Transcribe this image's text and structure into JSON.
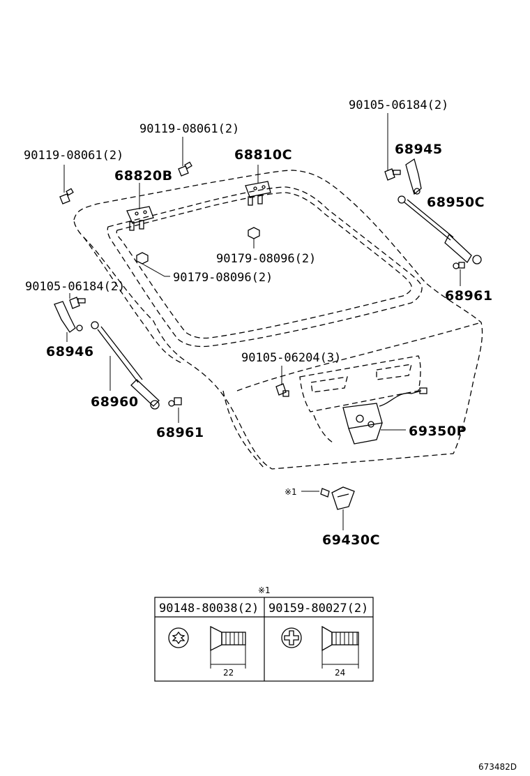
{
  "labels": {
    "bolt_90119_left": "90119-08061(2)",
    "bolt_90119_top": "90119-08061(2)",
    "hinge_68820B": "68820B",
    "hinge_68810C": "68810C",
    "nut_90179_center": "90179-08096(2)",
    "nut_90179_left": "90179-08096(2)",
    "bolt_90105_right": "90105-06184(2)",
    "bracket_68945": "68945",
    "stay_68950C": "68950C",
    "bolt_90105_left": "90105-06184(2)",
    "stud_68961_right": "68961",
    "bracket_68946": "68946",
    "stay_68960": "68960",
    "stud_68961_left": "68961",
    "bolt_90105_lock": "90105-06204(3)",
    "lock_69350P": "69350P",
    "note_marker": "※1",
    "striker_69430C": "69430C",
    "figure_code": "673482D"
  },
  "note_table": {
    "title": "※1",
    "columns": [
      {
        "part_no": "90148-80038(2)",
        "dimension": "22",
        "head": "torx"
      },
      {
        "part_no": "90159-80027(2)",
        "dimension": "24",
        "head": "phillips"
      }
    ]
  }
}
